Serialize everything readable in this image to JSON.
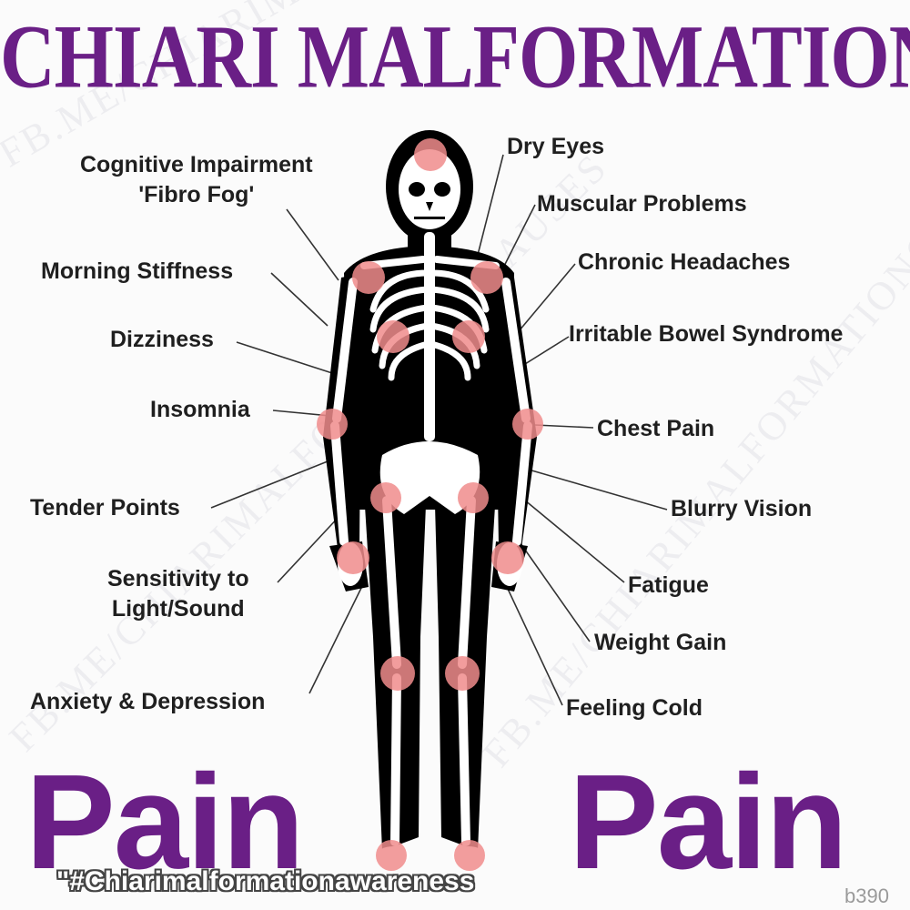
{
  "title": "CHIARI MALFORMATION",
  "watermark": "FB.ME/CHIARIMALFORMATIONCAUSES",
  "labels_left": [
    {
      "id": "cognitive",
      "lines": [
        "Cognitive Impairment",
        "'Fibro Fog'"
      ]
    },
    {
      "id": "morning-stiffness",
      "lines": [
        "Morning Stiffness"
      ]
    },
    {
      "id": "dizziness",
      "lines": [
        "Dizziness"
      ]
    },
    {
      "id": "insomnia",
      "lines": [
        "Insomnia"
      ]
    },
    {
      "id": "tender-points",
      "lines": [
        "Tender Points"
      ]
    },
    {
      "id": "sensitivity",
      "lines": [
        "Sensitivity to",
        "Light/Sound"
      ]
    },
    {
      "id": "anxiety",
      "lines": [
        "Anxiety & Depression"
      ]
    }
  ],
  "labels_right": [
    {
      "id": "dry-eyes",
      "lines": [
        "Dry Eyes"
      ]
    },
    {
      "id": "muscular",
      "lines": [
        "Muscular Problems"
      ]
    },
    {
      "id": "headaches",
      "lines": [
        "Chronic Headaches"
      ]
    },
    {
      "id": "ibs",
      "lines": [
        "Irritable Bowel Syndrome"
      ]
    },
    {
      "id": "chest-pain",
      "lines": [
        "Chest Pain"
      ]
    },
    {
      "id": "blurry-vision",
      "lines": [
        "Blurry Vision"
      ]
    },
    {
      "id": "fatigue",
      "lines": [
        "Fatigue"
      ]
    },
    {
      "id": "weight-gain",
      "lines": [
        "Weight Gain"
      ]
    },
    {
      "id": "feeling-cold",
      "lines": [
        "Feeling Cold"
      ]
    }
  ],
  "pain_left": "Pain",
  "pain_right": "Pain",
  "hashtag": "\"#Chiarimalformationawareness",
  "corner_code": "b390",
  "colors": {
    "purple": "#6a1f86",
    "pain_spot": "#f08c8c",
    "silhouette": "#000000",
    "bone": "#ffffff"
  }
}
